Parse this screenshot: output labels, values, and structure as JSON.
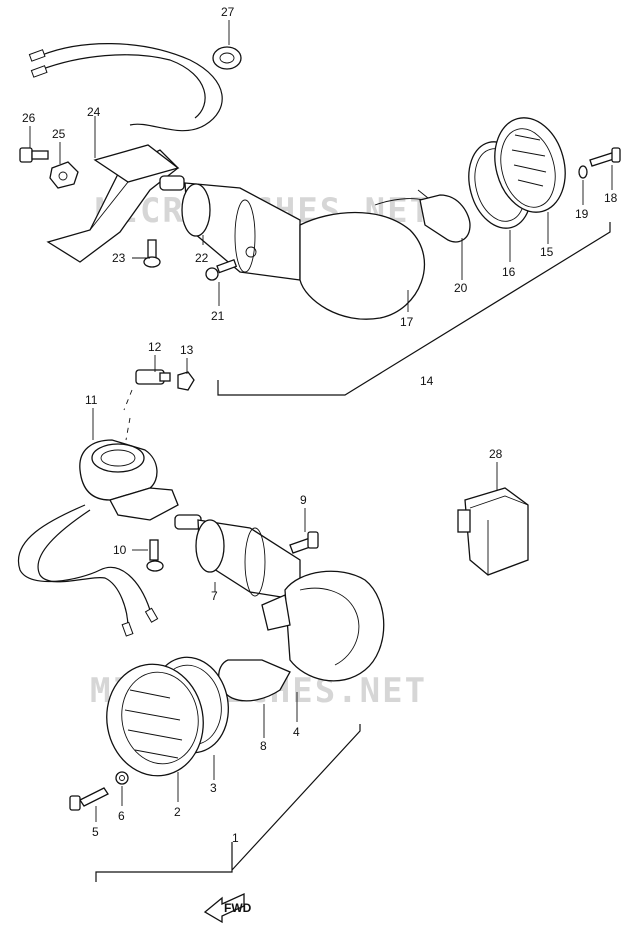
{
  "watermark": "MICROFICHES.NET",
  "fwd_label": "FWD",
  "callouts": {
    "c1": "1",
    "c2": "2",
    "c3": "3",
    "c4": "4",
    "c5": "5",
    "c6": "6",
    "c7": "7",
    "c8": "8",
    "c9": "9",
    "c10": "10",
    "c11": "11",
    "c12": "12",
    "c13": "13",
    "c14": "14",
    "c15": "15",
    "c16": "16",
    "c17": "17",
    "c18": "18",
    "c19": "19",
    "c20": "20",
    "c21": "21",
    "c22": "22",
    "c23": "23",
    "c24": "24",
    "c25": "25",
    "c26": "26",
    "c27": "27",
    "c28": "28"
  }
}
